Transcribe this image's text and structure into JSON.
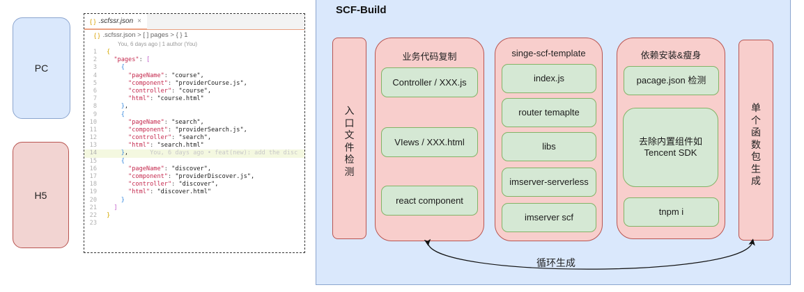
{
  "platforms": [
    {
      "label": "PC",
      "fill": "#dae8fc",
      "stroke": "#6c8ebf"
    },
    {
      "label": "H5",
      "fill": "#f8cecc",
      "stroke": "#b85450"
    }
  ],
  "editor": {
    "tab_label": ".scfssr.json",
    "tab_icon": "{ }",
    "breadcrumb": [
      ".scfssr.json",
      "[ ] pages",
      "{ } 1"
    ],
    "blame": "You, 6 days ago | 1 author (You)",
    "inline_blame": "You, 6 days ago • feat(new): add the disc",
    "lines": [
      {
        "n": "1",
        "text": "{"
      },
      {
        "n": "2",
        "text": "  \"pages\": ["
      },
      {
        "n": "3",
        "text": "    {"
      },
      {
        "n": "4",
        "text": "      \"pageName\": \"course\","
      },
      {
        "n": "5",
        "text": "      \"component\": \"providerCourse.js\","
      },
      {
        "n": "6",
        "text": "      \"controller\": \"course\","
      },
      {
        "n": "7",
        "text": "      \"html\": \"course.html\""
      },
      {
        "n": "8",
        "text": "    },"
      },
      {
        "n": "9",
        "text": "    {"
      },
      {
        "n": "10",
        "text": "      \"pageName\": \"search\","
      },
      {
        "n": "11",
        "text": "      \"component\": \"providerSearch.js\","
      },
      {
        "n": "12",
        "text": "      \"controller\": \"search\","
      },
      {
        "n": "13",
        "text": "      \"html\": \"search.html\""
      },
      {
        "n": "14",
        "text": "    },"
      },
      {
        "n": "15",
        "text": "    {"
      },
      {
        "n": "16",
        "text": "      \"pageName\": \"discover\","
      },
      {
        "n": "17",
        "text": "      \"component\": \"providerDiscover.js\","
      },
      {
        "n": "18",
        "text": "      \"controller\": \"discover\","
      },
      {
        "n": "19",
        "text": "      \"html\": \"discover.html\""
      },
      {
        "n": "20",
        "text": "    }"
      },
      {
        "n": "21",
        "text": "  ]"
      },
      {
        "n": "22",
        "text": "}"
      },
      {
        "n": "23",
        "text": ""
      }
    ]
  },
  "scf_build": {
    "title": "SCF-Build",
    "entry_check": "入口文件检测",
    "groups": [
      {
        "title": "业务代码复制",
        "items": [
          "Controller / XXX.js",
          "VIews / XXX.html",
          "react component"
        ]
      },
      {
        "title": "singe-scf-template",
        "items": [
          "index.js",
          "router temaplte",
          "libs",
          "imserver-serverless",
          "imserver scf"
        ]
      },
      {
        "title": "依赖安装&瘦身",
        "items": [
          "pacage.json 检测",
          "去除内置组件如\nTencent SDK",
          "tnpm i"
        ]
      }
    ],
    "single_package": "单个函数包生成",
    "loop_label": "循环生成",
    "colors": {
      "container": "#dae8fc",
      "pink": "#f8cecc",
      "green": "#d5e8d4"
    }
  }
}
